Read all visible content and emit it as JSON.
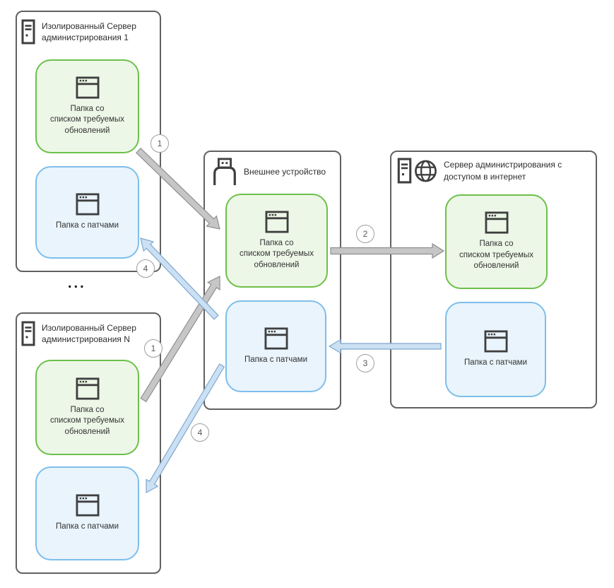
{
  "colors": {
    "green_border": "#6CC04A",
    "green_fill": "#EDF7E7",
    "blue_border": "#7FBEEB",
    "blue_fill": "#E9F4FC",
    "gray_arrow_fill": "#C6C6C6",
    "gray_arrow_stroke": "#8F8F8F",
    "blue_arrow_fill": "#CBE0F3",
    "blue_arrow_stroke": "#7FA8CE",
    "outer_border": "#616161",
    "icon_stroke": "#3F3F3F",
    "text": "#2E2E2E"
  },
  "icons": {
    "server": "server-tower-icon",
    "globe": "globe-icon",
    "usb": "usb-drive-icon",
    "window": "app-window-icon"
  },
  "nodes": {
    "isolated_server_1": {
      "title": "Изолированный Сервер\nадминистрирования 1",
      "updates_label": "Папка со\nсписком требуемых\nобновлений",
      "patches_label": "Папка с патчами"
    },
    "isolated_server_n": {
      "title": "Изолированный Сервер\nадминистрирования N",
      "updates_label": "Папка со\nсписком требуемых\nобновлений",
      "patches_label": "Папка с патчами"
    },
    "external_device": {
      "title": "Внешнее устройство",
      "updates_label": "Папка со\nсписком требуемых\nобновлений",
      "patches_label": "Папка с патчами"
    },
    "internet_server": {
      "title": "Сервер администрирования с\nдоступом в интернет",
      "updates_label": "Папка со\nсписком требуемых\nобновлений",
      "patches_label": "Папка с патчами"
    }
  },
  "ellipsis": "...",
  "badges": {
    "step1_top": "1",
    "step2": "2",
    "step3": "3",
    "step4_top": "4",
    "step1_bottom": "1",
    "step4_bottom": "4"
  }
}
